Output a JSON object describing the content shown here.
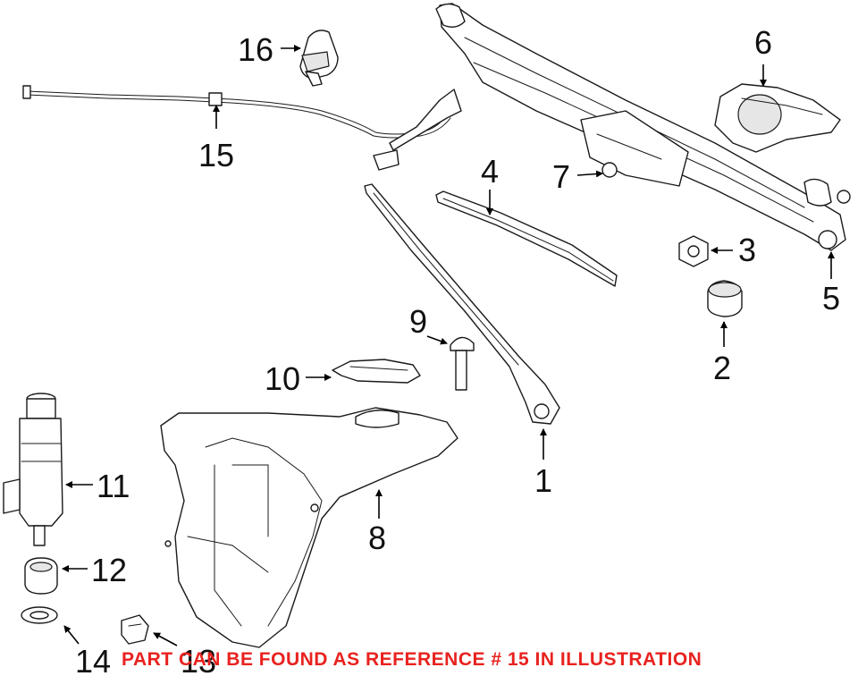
{
  "callouts": {
    "c1": "1",
    "c2": "2",
    "c3": "3",
    "c4": "4",
    "c5": "5",
    "c6": "6",
    "c7": "7",
    "c8": "8",
    "c9": "9",
    "c10": "10",
    "c11": "11",
    "c12": "12",
    "c13": "13",
    "c14": "14",
    "c15": "15",
    "c16": "16"
  },
  "footer": {
    "text": "PART CAN BE FOUND AS REFERENCE # 15 IN ILLUSTRATION",
    "color": "#e8221f"
  },
  "colors": {
    "line": "#1a1a1a",
    "background": "#ffffff"
  }
}
